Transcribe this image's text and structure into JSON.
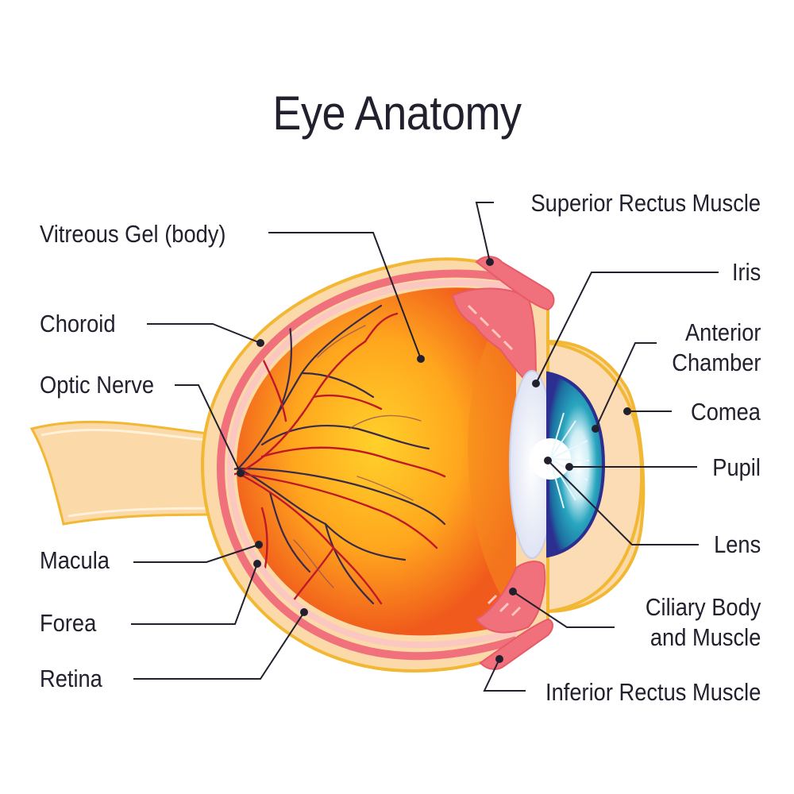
{
  "title": "Eye Anatomy",
  "labels": {
    "vitreous_gel": "Vitreous Gel (body)",
    "choroid": "Choroid",
    "optic_nerve": "Optic Nerve",
    "macula": "Macula",
    "forea": "Forea",
    "retina": "Retina",
    "superior_rectus": "Superior Rectus Muscle",
    "iris": "Iris",
    "anterior_chamber_1": "Anterior",
    "anterior_chamber_2": "Chamber",
    "comea": "Comea",
    "pupil": "Pupil",
    "lens": "Lens",
    "ciliary_1": "Ciliary Body",
    "ciliary_2": "and Muscle",
    "inferior_rectus": "Inferior Rectus Muscle"
  },
  "colors": {
    "text": "#23202e",
    "sclera": "#fbd9a8",
    "sclera_outline": "#f2b733",
    "choroid": "#f0707c",
    "vitreous_center": "#ffcf28",
    "vitreous_edge": "#f0561c",
    "iris": "#1f8fa6",
    "iris_outer": "#2e3aa0",
    "vessel": "#c0182b",
    "nerve": "#3a2a4a"
  }
}
